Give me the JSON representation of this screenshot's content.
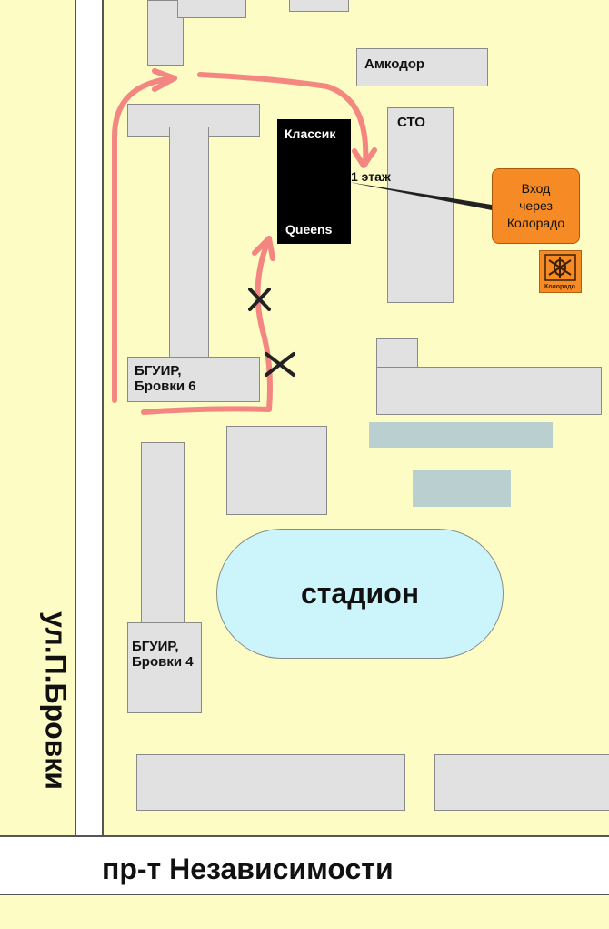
{
  "map": {
    "labels": {
      "amkodor": "Амкодор",
      "sto": "СТО",
      "klassik": "Классик",
      "queens": "Queens",
      "floor": "1 этаж",
      "bguir6_line1": "БГУИР,",
      "bguir6_line2": "Бровки 6",
      "bguir4_line1": "БГУИР,",
      "bguir4_line2": "Бровки 4",
      "stadium": "стадион",
      "street_vertical": "ул.П.Бровки",
      "street_horizontal": "пр-т Независимости",
      "logo_text": "Колорадо"
    },
    "entry_note": {
      "line1": "Вход",
      "line2": "через",
      "line3": "Колорадо"
    },
    "colors": {
      "background": "#fdfcc4",
      "building": "#e1e1e1",
      "route": "#f47a7a",
      "stadium": "#ccf5fb",
      "club": "#000000",
      "entry_box": "#f68a24"
    },
    "icons": [
      "route-arrow-icon",
      "blocked-x-icon",
      "kolorado-logo-icon"
    ]
  }
}
